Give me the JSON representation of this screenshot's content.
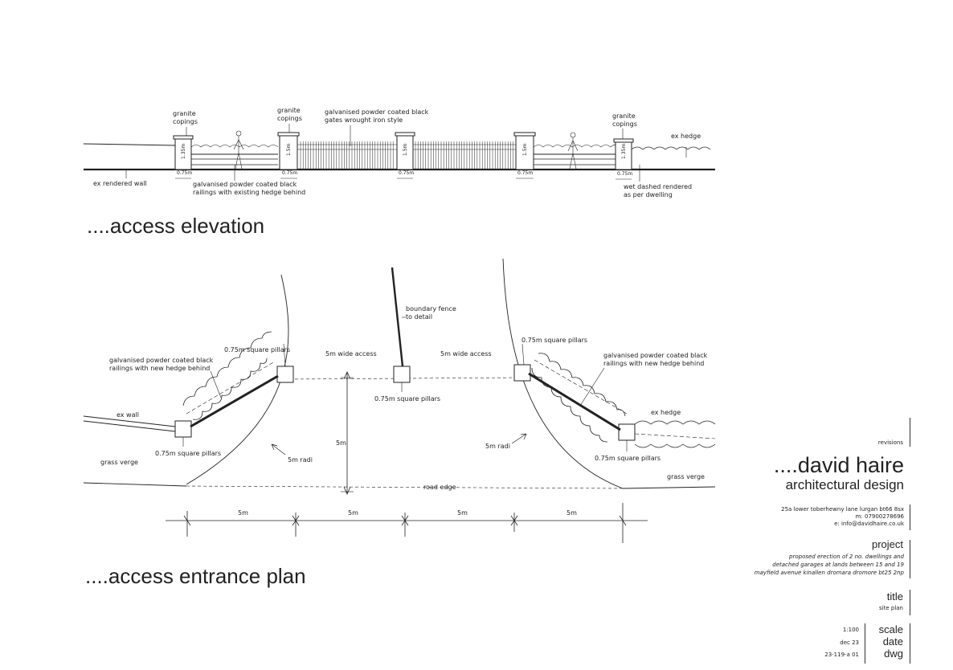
{
  "elevation": {
    "title": "....access elevation",
    "labels": {
      "granite_copings": "granite copings",
      "gates": "galvanised powder coated black gates wrought iron style",
      "ex_hedge": "ex hedge",
      "ex_rendered_wall": "ex rendered wall",
      "railings_existing": "galvanised powder coated black railings with existing hedge behind",
      "wet_dashed": "wet dashed rendered as per dwelling"
    },
    "pillar_width": "0.75m",
    "heights": [
      "1.35m",
      "1.5m",
      "1.5m",
      "1.5m",
      "1.35m"
    ]
  },
  "plan": {
    "title": "....access entrance plan",
    "labels": {
      "boundary_fence": "boundary fence to detail",
      "wide_access": "5m wide access",
      "square_pillars": "0.75m square pillars",
      "railings_new": "galvanised powder coated black railings with new hedge behind",
      "ex_wall": "ex wall",
      "ex_hedge": "ex hedge",
      "grass_verge": "grass verge",
      "radius": "5m radi",
      "road_edge": "road edge",
      "depth": "5m"
    },
    "dimensions": [
      "5m",
      "5m",
      "5m",
      "5m"
    ]
  },
  "title_block": {
    "revisions": "revisions",
    "company": "....david haire",
    "subtitle": "architectural design",
    "address": "25a lower toberhewny lane lurgan bt66 8sx",
    "mobile": "m:    07900278696",
    "email": "e: info@davidhaire.co.uk",
    "project_heading": "project",
    "project_lines": [
      "proposed erection of 2 no. dwellings and",
      "detached garages at lands between 15 and 19",
      "mayfield avenue kinallen dromara dromore bt25 2np"
    ],
    "title_heading": "title",
    "title_value": "site plan",
    "scale_label": "scale",
    "scale_value": "1:100",
    "date_label": "date",
    "date_value": "dec 23",
    "dwg_label": "dwg",
    "dwg_value": "23-119-a 01"
  }
}
